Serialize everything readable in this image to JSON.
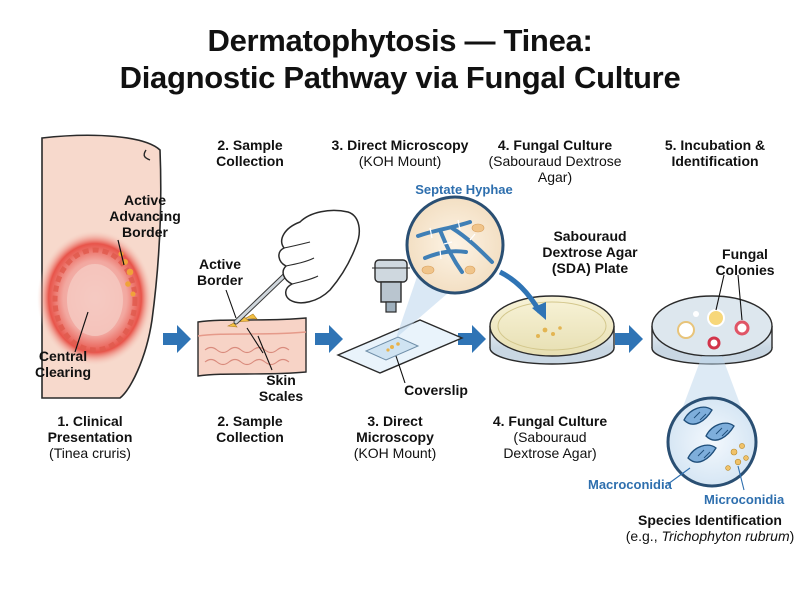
{
  "title": {
    "line1": "Dermatophytosis — Tinea:",
    "line2": "Diagnostic Pathway via Fungal Culture"
  },
  "top_steps": [
    {
      "title": "2. Sample",
      "title2": "Collection"
    },
    {
      "title": "3. Direct Microscopy",
      "sub": "(KOH Mount)"
    },
    {
      "title": "4. Fungal Culture",
      "sub": "(Sabouraud Dextrose Agar)"
    },
    {
      "title": "5. Incubation &",
      "title2": "Identification"
    }
  ],
  "bottom_steps": [
    {
      "title": "1. Clinical",
      "title2": "Presentation",
      "sub": "(Tinea cruris)"
    },
    {
      "title": "2. Sample",
      "title2": "Collection"
    },
    {
      "title": "3. Direct",
      "title2": "Microscopy",
      "sub": "(KOH Mount)"
    },
    {
      "title": "4. Fungal Culture",
      "sub": "(Sabouraud",
      "sub2": "Dextrose Agar)"
    }
  ],
  "labels": {
    "active_advancing_border": [
      "Active",
      "Advancing",
      "Border"
    ],
    "central_clearing": [
      "Central",
      "Clearing"
    ],
    "active_border": [
      "Active",
      "Border"
    ],
    "skin_scales": [
      "Skin",
      "Scales"
    ],
    "septate_hyphae": "Septate Hyphae",
    "coverslip": "Coverslip",
    "sda_plate": [
      "Sabouraud",
      "Dextrose Agar",
      "(SDA) Plate"
    ],
    "fungal_colonies": [
      "Fungal",
      "Colonies"
    ],
    "macroconidia": "Macroconidia",
    "microconidia": "Microconidia",
    "species_identification": "Species Identification",
    "species_example_prefix": "(e.g., ",
    "species_example_name": "Trichophyton rubrum",
    "species_example_suffix": ")"
  },
  "colors": {
    "arrow": "#2f74b5",
    "label_blue": "#2e6fae",
    "skin": "#f7d9cc",
    "lesion": "#e8544a",
    "agar": "#f4efcf"
  }
}
